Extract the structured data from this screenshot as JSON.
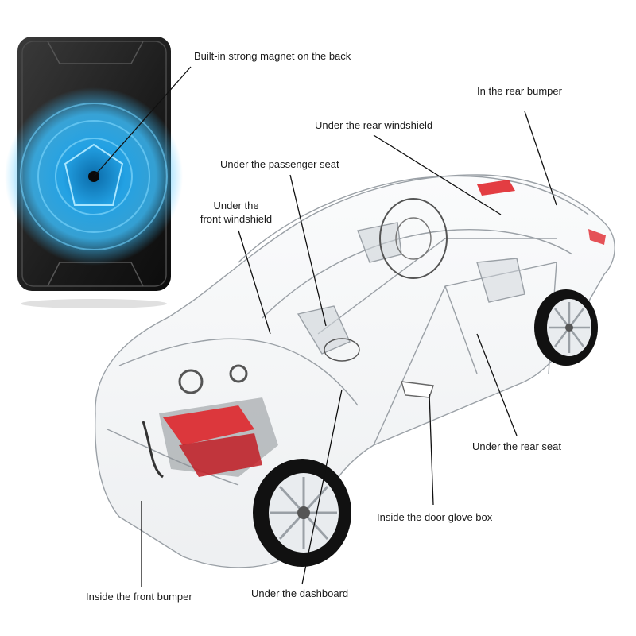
{
  "labels": {
    "magnet": "Built-in strong magnet on the back",
    "rear_bumper": "In the rear bumper",
    "rear_windshield": "Under the rear windshield",
    "passenger_seat": "Under the passenger seat",
    "front_windshield_1": "Under the",
    "front_windshield_2": "front windshield",
    "rear_seat": "Under the rear seat",
    "door_glove_box": "Inside the door glove box",
    "front_bumper": "Inside the front bumper",
    "dashboard": "Under the dashboard"
  },
  "colors": {
    "device_body": "#1c1c1c",
    "signal_blue": "#1fa3e8",
    "engine_red": "#e0282e",
    "leader_line": "#111111",
    "car_outline": "#9aa0a6"
  },
  "icons": {
    "tracker": "gps-tracker-device-icon",
    "car": "transparent-car-illustration"
  }
}
